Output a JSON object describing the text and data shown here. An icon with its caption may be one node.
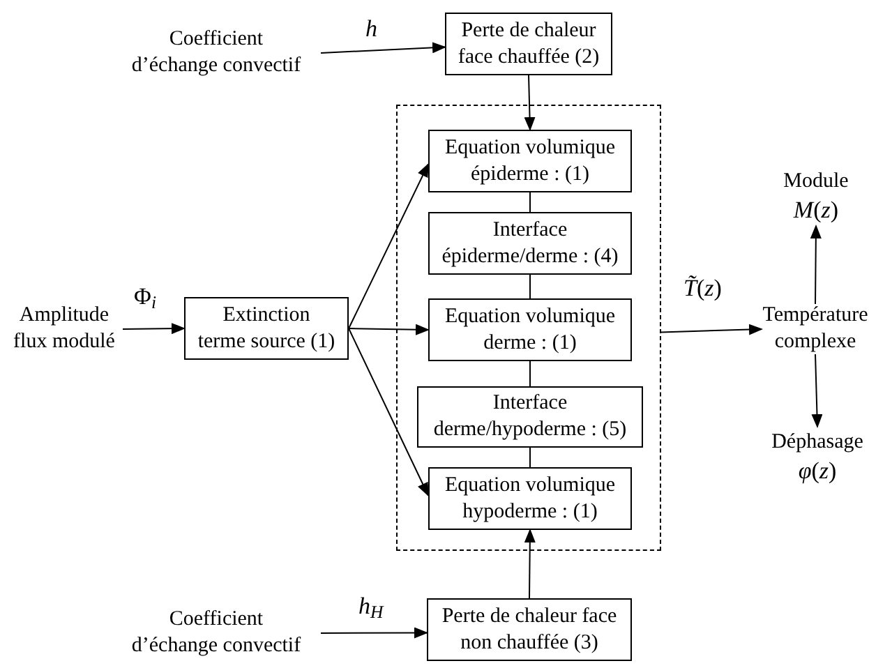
{
  "diagram": {
    "nodes": [
      {
        "text": [
          "Coefficient d’échange convectif"
        ]
      },
      {
        "text": [
          "Perte de chaleur face chauffée (2)"
        ]
      },
      {
        "text": [],
        "shape": "box"
      },
      {
        "text": [
          "Equation volumique épiderme : (1)"
        ],
        "in": 2
      },
      {
        "text": [
          "Interface épiderme/derme : (4)"
        ],
        "in": 2
      },
      {
        "text": [
          "Equation volumique derme : (1)"
        ],
        "in": 2
      },
      {
        "text": [
          "Interface derme/hypoderme : (5)"
        ],
        "in": 2
      },
      {
        "text": [
          "Equation volumique hypoderme : (1)"
        ],
        "in": 2
      },
      {
        "text": [
          "Module",
          "*M*(*z*)"
        ]
      },
      {
        "text": [
          "Amplitude flux modulé"
        ]
      },
      {
        "text": [
          "Extinction terme source (1)"
        ]
      },
      {
        "text": [
          "Température complexe"
        ]
      },
      {
        "text": [
          "Déphasage",
          "*φ*(*z*)"
        ]
      },
      {
        "text": [
          "Coefficient d’échange convectif"
        ]
      },
      {
        "text": [
          "Perte de chaleur face non chauffée (3)"
        ]
      }
    ],
    "edges": [
      {
        "from": 0,
        "to": 1,
        "arrow": "to",
        "label": "*h*"
      },
      {
        "from": 1,
        "to": 3,
        "arrow": "to"
      },
      {
        "from": 3,
        "to": 4,
        "arrow": "none"
      },
      {
        "from": 4,
        "to": 5,
        "arrow": "none"
      },
      {
        "from": 5,
        "to": 6,
        "arrow": "none"
      },
      {
        "from": 6,
        "to": 7,
        "arrow": "none"
      },
      {
        "from": 9,
        "to": 10,
        "arrow": "to",
        "label": "Φ$_{i}$"
      },
      {
        "from": 10,
        "to": 3,
        "arrow": "to"
      },
      {
        "from": 10,
        "to": 5,
        "arrow": "to"
      },
      {
        "from": 10,
        "to": 7,
        "arrow": "to"
      },
      {
        "from": 2,
        "to": 11,
        "arrow": "to",
        "label": "*T̃*(*z*)"
      },
      {
        "from": 11,
        "to": 8,
        "arrow": "to"
      },
      {
        "from": 11,
        "to": 12,
        "arrow": "to"
      },
      {
        "from": 13,
        "to": 14,
        "arrow": "to",
        "label": "*h*$_{H}$"
      },
      {
        "from": 14,
        "to": 7,
        "arrow": "to"
      }
    ]
  }
}
